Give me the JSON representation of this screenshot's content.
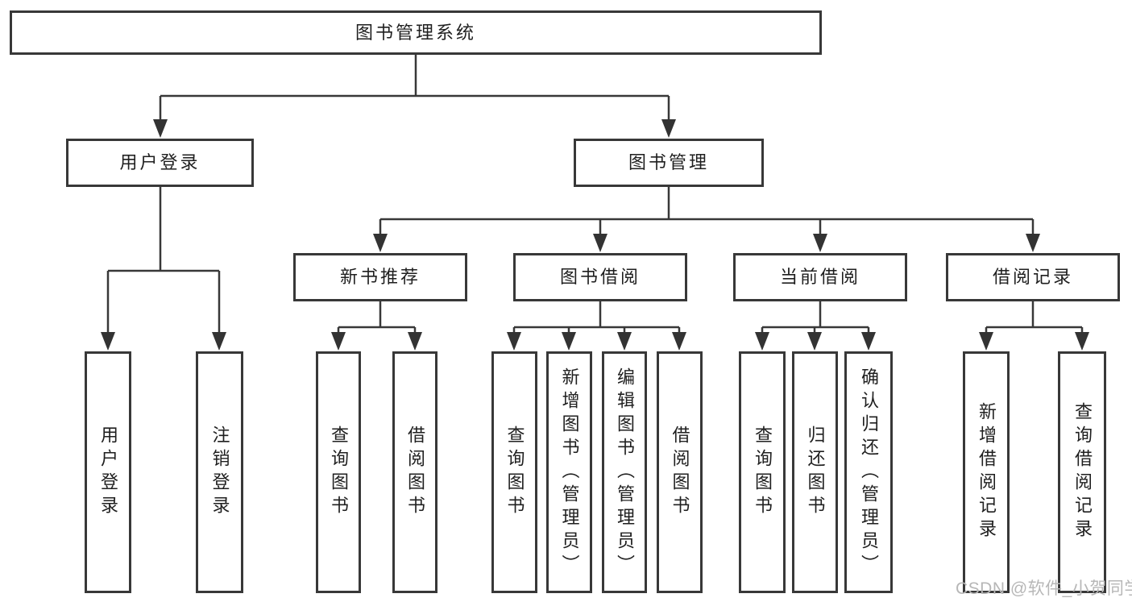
{
  "root": {
    "label": "图书管理系统"
  },
  "branches": [
    {
      "label": "用户登录",
      "children": [
        "用户登录",
        "注销登录"
      ]
    },
    {
      "label": "图书管理",
      "sections": [
        {
          "label": "新书推荐",
          "children": [
            "查询图书",
            "借阅图书"
          ]
        },
        {
          "label": "图书借阅",
          "children": [
            "查询图书",
            "新增图书（管理员）",
            "编辑图书（管理员）",
            "借阅图书"
          ]
        },
        {
          "label": "当前借阅",
          "children": [
            "查询图书",
            "归还图书",
            "确认归还（管理员）"
          ]
        },
        {
          "label": "借阅记录",
          "children": [
            "新增借阅记录",
            "查询借阅记录"
          ]
        }
      ]
    }
  ],
  "watermark": {
    "text": "CSDN @软件_小贺同学"
  },
  "colors": {
    "line": "#383838",
    "box_border": "#383838",
    "text": "#1f1f1f",
    "watermark": "#b7b7b7",
    "background": "#ffffff"
  }
}
